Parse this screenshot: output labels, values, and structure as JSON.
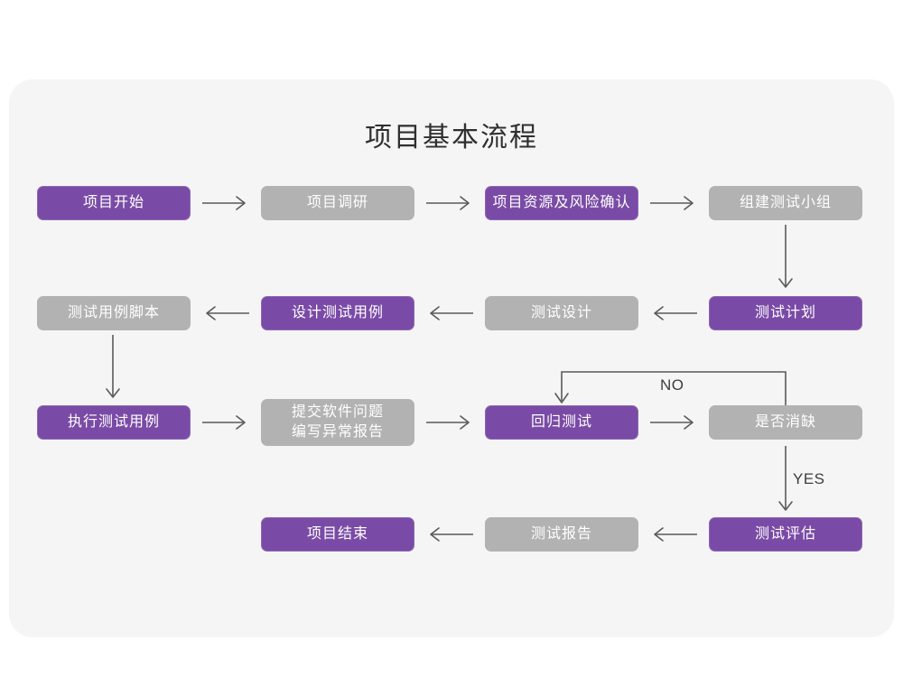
{
  "page": {
    "background": "#ffffff",
    "panel_color": "#f5f5f5"
  },
  "title": "项目基本流程",
  "colors": {
    "active": "#7a4ba6",
    "active_border": "#8f66b6",
    "inactive": "#b2b2b2",
    "node_text": "#ffffff",
    "connector": "#5a5a5a",
    "title_text": "#2f2f2f",
    "edge_label_text": "#3c3c3c"
  },
  "nodes": [
    {
      "id": "n1",
      "label": "项目开始",
      "state": "active",
      "row": 1,
      "col": 1
    },
    {
      "id": "n2",
      "label": "项目调研",
      "state": "inactive",
      "row": 1,
      "col": 2
    },
    {
      "id": "n3",
      "label": "项目资源及风险确认",
      "state": "active",
      "row": 1,
      "col": 3
    },
    {
      "id": "n4",
      "label": "组建测试小组",
      "state": "inactive",
      "row": 1,
      "col": 4
    },
    {
      "id": "n5",
      "label": "测试用例脚本",
      "state": "inactive",
      "row": 2,
      "col": 1
    },
    {
      "id": "n6",
      "label": "设计测试用例",
      "state": "active",
      "row": 2,
      "col": 2
    },
    {
      "id": "n7",
      "label": "测试设计",
      "state": "inactive",
      "row": 2,
      "col": 3
    },
    {
      "id": "n8",
      "label": "测试计划",
      "state": "active",
      "row": 2,
      "col": 4
    },
    {
      "id": "n9",
      "label": "执行测试用例",
      "state": "active",
      "row": 3,
      "col": 1
    },
    {
      "id": "n10",
      "label": "提交软件问题\n编写异常报告",
      "state": "inactive",
      "row": 3,
      "col": 2
    },
    {
      "id": "n11",
      "label": "回归测试",
      "state": "active",
      "row": 3,
      "col": 3
    },
    {
      "id": "n12",
      "label": "是否消缺",
      "state": "inactive",
      "row": 3,
      "col": 4
    },
    {
      "id": "n13",
      "label": "项目结束",
      "state": "active",
      "row": 4,
      "col": 2
    },
    {
      "id": "n14",
      "label": "测试报告",
      "state": "inactive",
      "row": 4,
      "col": 3
    },
    {
      "id": "n15",
      "label": "测试评估",
      "state": "active",
      "row": 4,
      "col": 4
    }
  ],
  "edges": [
    {
      "id": "e1",
      "from": "n1",
      "to": "n2",
      "direction": "right",
      "label": ""
    },
    {
      "id": "e2",
      "from": "n2",
      "to": "n3",
      "direction": "right",
      "label": ""
    },
    {
      "id": "e3",
      "from": "n3",
      "to": "n4",
      "direction": "right",
      "label": ""
    },
    {
      "id": "e4",
      "from": "n4",
      "to": "n8",
      "direction": "down",
      "label": ""
    },
    {
      "id": "e5",
      "from": "n8",
      "to": "n7",
      "direction": "left",
      "label": ""
    },
    {
      "id": "e6",
      "from": "n7",
      "to": "n6",
      "direction": "left",
      "label": ""
    },
    {
      "id": "e7",
      "from": "n6",
      "to": "n5",
      "direction": "left",
      "label": ""
    },
    {
      "id": "e8",
      "from": "n5",
      "to": "n9",
      "direction": "down",
      "label": ""
    },
    {
      "id": "e9",
      "from": "n9",
      "to": "n10",
      "direction": "right",
      "label": ""
    },
    {
      "id": "e10",
      "from": "n10",
      "to": "n11",
      "direction": "right",
      "label": ""
    },
    {
      "id": "e11",
      "from": "n11",
      "to": "n12",
      "direction": "right",
      "label": ""
    },
    {
      "id": "e12",
      "from": "n12",
      "to": "n11",
      "direction": "loop-up-back",
      "label": "NO"
    },
    {
      "id": "e13",
      "from": "n12",
      "to": "n15",
      "direction": "down",
      "label": "YES"
    },
    {
      "id": "e14",
      "from": "n15",
      "to": "n14",
      "direction": "left",
      "label": ""
    },
    {
      "id": "e15",
      "from": "n14",
      "to": "n13",
      "direction": "left",
      "label": ""
    }
  ],
  "edge_labels": {
    "no": "NO",
    "yes": "YES"
  }
}
